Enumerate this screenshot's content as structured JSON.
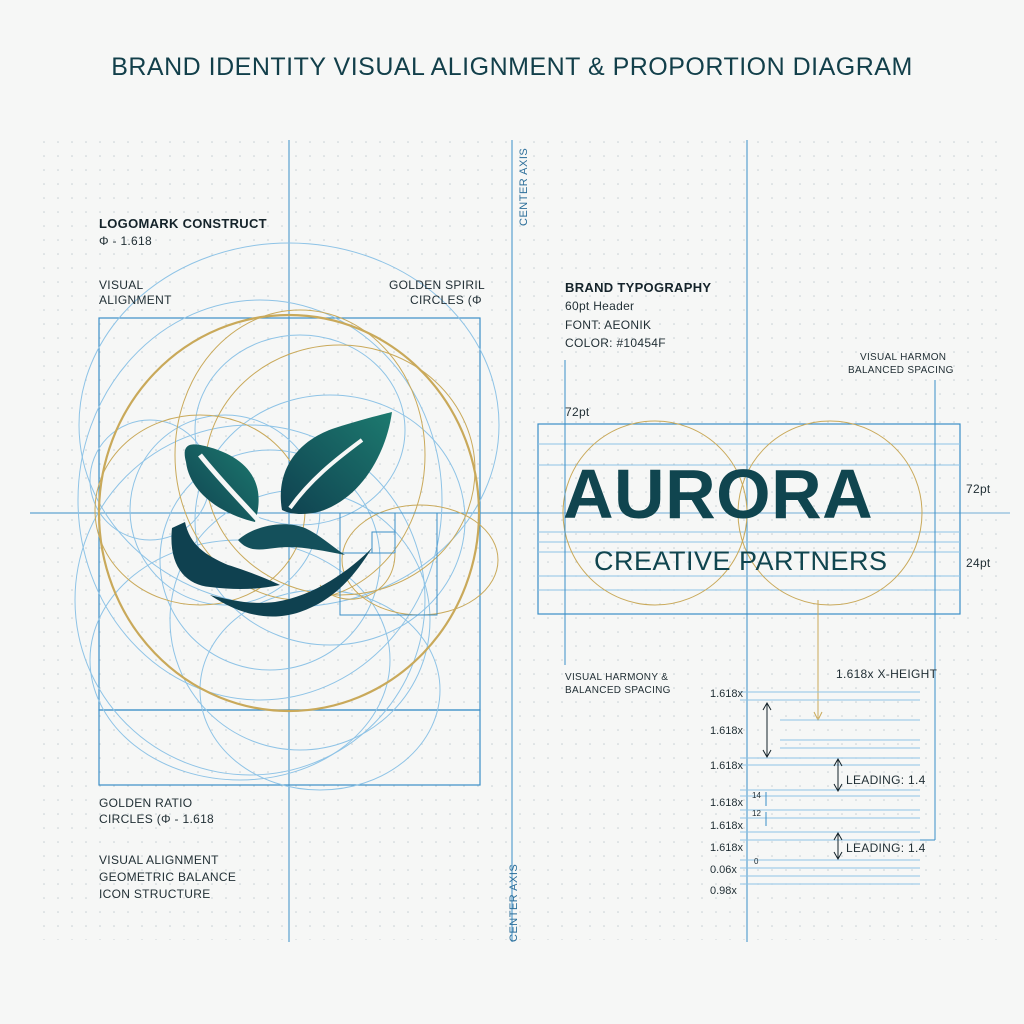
{
  "title": "BRAND IDENTITY VISUAL ALIGNMENT & PROPORTION DIAGRAM",
  "axis": {
    "top": "CENTER AXIS",
    "bottom": "CENTER AXIS"
  },
  "logomark": {
    "heading": "LOGOMARK CONSTRUCT",
    "phi": "Φ - 1.618",
    "visual_alignment": [
      "VISUAL",
      "ALIGNMENT"
    ],
    "golden_spiral": [
      "GOLDEN SPIRIL",
      "CIRCLES (Φ"
    ],
    "golden_ratio": [
      "GOLDEN RATIO",
      "CIRCLES (Φ - 1.618"
    ],
    "notes": [
      "VISUAL ALIGNMENT",
      "GEOMETRIC BALANCE",
      "ICON STRUCTURE"
    ]
  },
  "typography": {
    "heading": "BRAND TYPOGRAPHY",
    "size": "60pt Header",
    "font": "FONT: AEONIK",
    "color_label": "COLOR: #10454F",
    "harmony_top": [
      "VISUAL HARMON",
      "BALANCED SPACING"
    ],
    "pt_left": "72pt",
    "pt_right_top": "72pt",
    "pt_right_bottom": "24pt",
    "wordmark": "AURORA",
    "tagline": "CREATIVE PARTNERS",
    "harmony_bottom": [
      "VISUAL HARMONY &",
      "BALANCED SPACING"
    ],
    "xheight": "1.618x X-HEIGHT",
    "leading_1": "LEADING: 1.4",
    "leading_2": "LEADING: 1.4",
    "multipliers": [
      "1.618x",
      "1.618x",
      "1.618x",
      "1.618x",
      "1.618x",
      "1.618x",
      "0.06x",
      "0.98x"
    ],
    "ticks": [
      "14",
      "12",
      "0"
    ]
  },
  "colors": {
    "brand": "#10454f",
    "leaf_light": "#1f6e6a",
    "guide_blue": "#3b8fc8",
    "guide_light": "#8ec3e6",
    "gold": "#c9a95a",
    "grid_dot": "#c6cfd3"
  }
}
